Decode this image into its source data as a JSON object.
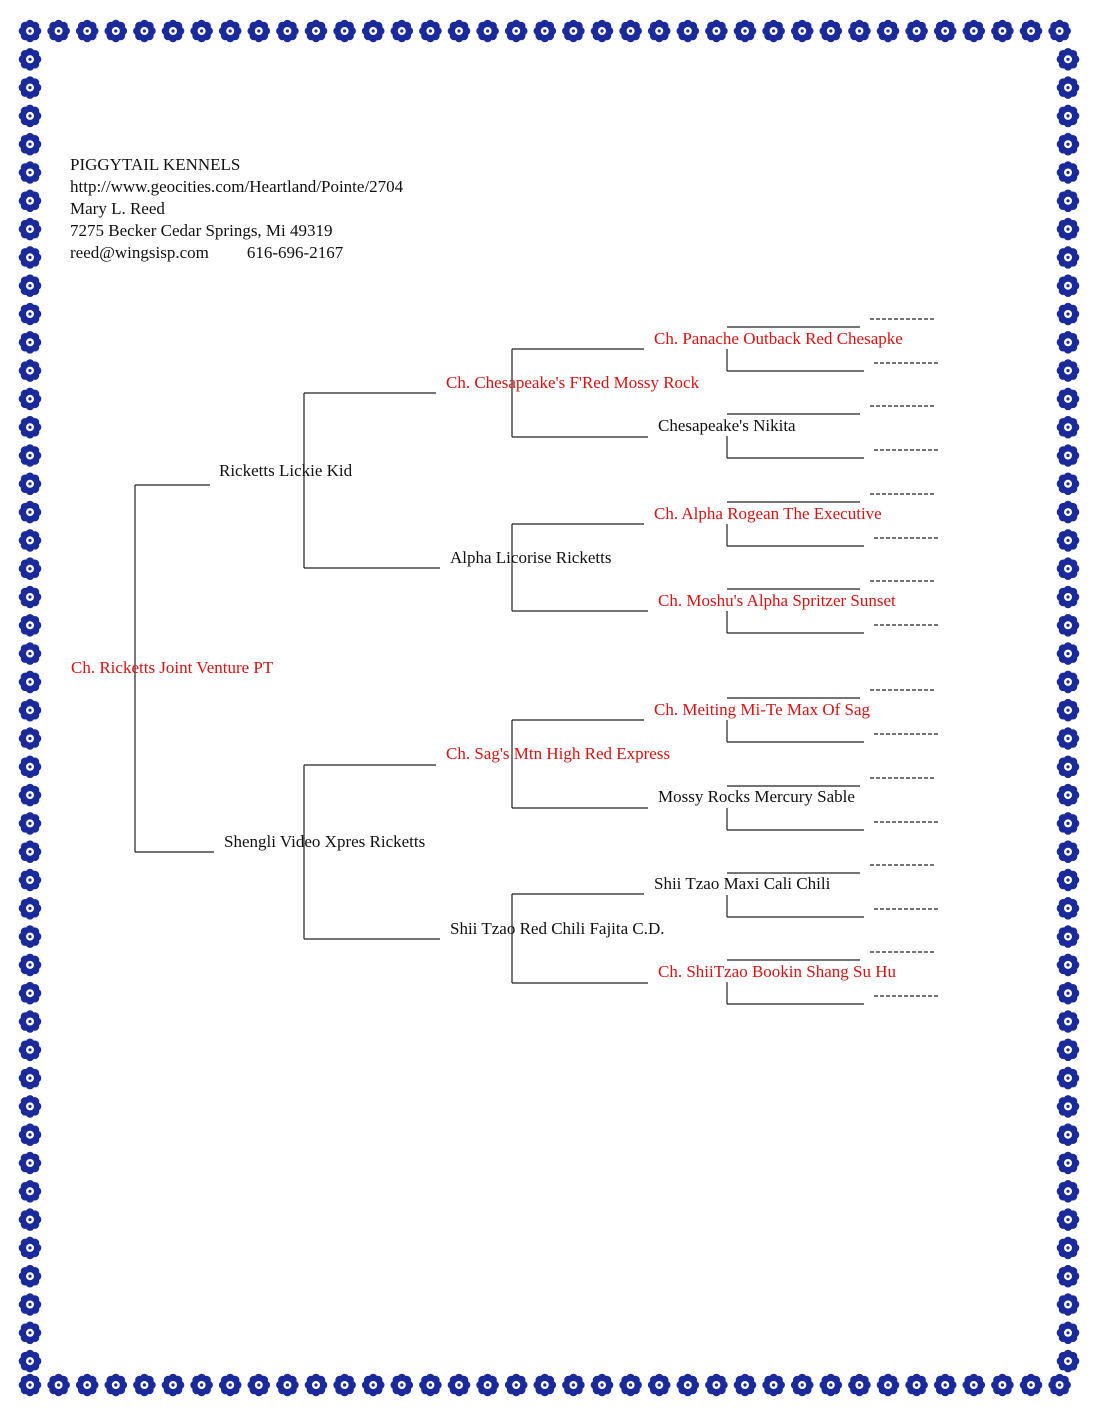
{
  "colors": {
    "border_flower": "#1a2a9a",
    "border_center": "#ffffff",
    "champion_text": "#dd1111",
    "normal_text": "#111111"
  },
  "header": {
    "kennel": "PIGGYTAIL KENNELS",
    "url": "http://www.geocities.com/Heartland/Pointe/2704",
    "owner": "Mary L. Reed",
    "address": "7275 Becker Cedar Springs, Mi 49319",
    "email": "reed@wingsisp.com",
    "phone": "616-696-2167"
  },
  "pedigree": {
    "dog": {
      "name": "Ch. Ricketts Joint Venture PT",
      "champion": true
    },
    "sire": {
      "name": "Ricketts Lickie Kid",
      "champion": false
    },
    "dam": {
      "name": "Shengli Video Xpres Ricketts",
      "champion": false
    },
    "sire_sire": {
      "name": "Ch. Chesapeake's F'Red Mossy Rock",
      "champion": true
    },
    "sire_dam": {
      "name": "Alpha Licorise Ricketts",
      "champion": false
    },
    "dam_sire": {
      "name": "Ch. Sag's Mtn High Red Express",
      "champion": true
    },
    "dam_dam": {
      "name": "Shii Tzao Red Chili Fajita C.D.",
      "champion": false
    },
    "gen3": [
      {
        "name": "Ch. Panache Outback Red Chesapke",
        "champion": true
      },
      {
        "name": "Chesapeake's Nikita",
        "champion": false
      },
      {
        "name": "Ch. Alpha Rogean The Executive",
        "champion": true
      },
      {
        "name": "Ch. Moshu's Alpha Spritzer Sunset",
        "champion": true
      },
      {
        "name": "Ch. Meiting Mi-Te Max Of Sag",
        "champion": true
      },
      {
        "name": "Mossy Rocks Mercury Sable",
        "champion": false
      },
      {
        "name": "Shii Tzao Maxi Cali Chili",
        "champion": false
      },
      {
        "name": "Ch. ShiiTzao Bookin Shang Su Hu",
        "champion": true
      }
    ]
  }
}
